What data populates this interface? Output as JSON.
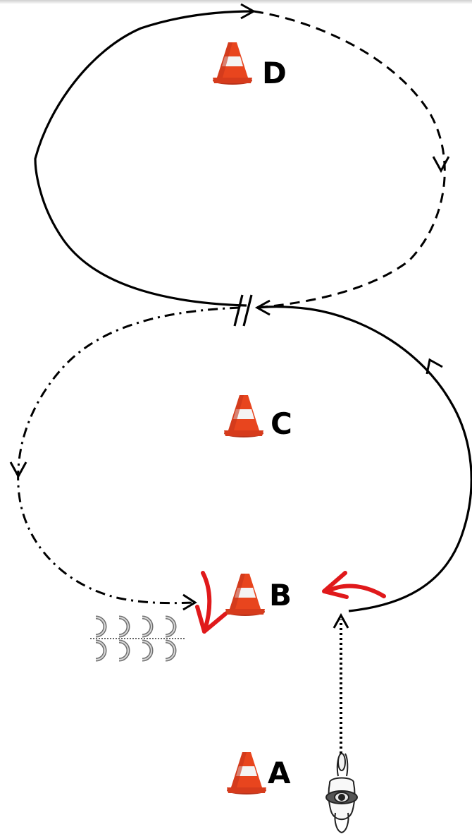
{
  "cones": [
    {
      "id": "a",
      "label": "A"
    },
    {
      "id": "b",
      "label": "B"
    },
    {
      "id": "c",
      "label": "C"
    },
    {
      "id": "d",
      "label": "D"
    }
  ],
  "colors": {
    "path": "#000000",
    "cone_orange": "#e8451e",
    "cone_stripe": "#f4f4f4",
    "cue_arrow": "#e0191b",
    "rings": "#8a8a8a"
  },
  "icons": [
    "traffic-cone-icon",
    "horseshoe-rings-icon",
    "horse-and-rider-icon",
    "red-curved-arrow-icon",
    "crossing-mark-icon"
  ]
}
